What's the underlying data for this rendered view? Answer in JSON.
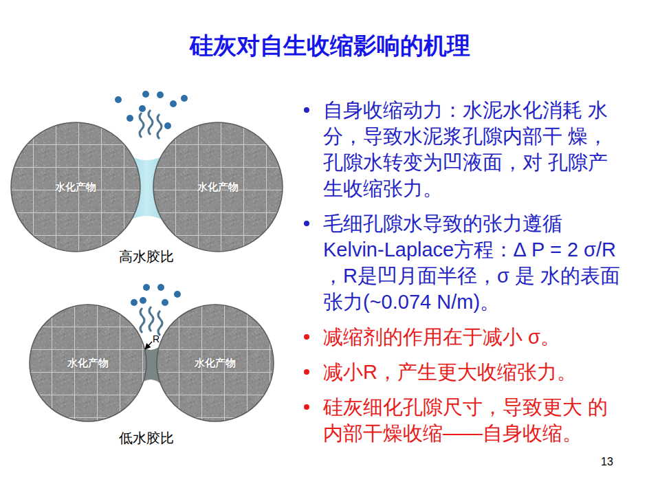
{
  "diagram": {
    "title": "硅灰对自生收缩影响的机理",
    "nodes": [
      {
        "text": [
          "水化产物"
        ]
      },
      {
        "text": [
          "水化产物"
        ]
      },
      {
        "text": [
          "水化产物"
        ]
      },
      {
        "text": [
          "水化产物"
        ]
      }
    ],
    "labels": [
      "高水胶比",
      "R",
      "低水胶比",
      "自身收缩动力：水泥水化消耗 水分，导致水泥浆孔隙内部干 燥，孔隙水转变为凹液面，对 孔隙产生收缩张力。",
      "毛细孔隙水导致的张力遵循 Kelvin-Laplace方程：∆ P = 2 σ/R ，R是凹月面半径，σ 是 水的表面张力(~0.074 N/m)。",
      "减缩剂的作用在于减小 σ。",
      "减小R，产生更大收缩张力。",
      "硅灰细化孔隙尺寸，导致更大 的内部干燥收缩——自身收缩。",
      "13"
    ]
  }
}
